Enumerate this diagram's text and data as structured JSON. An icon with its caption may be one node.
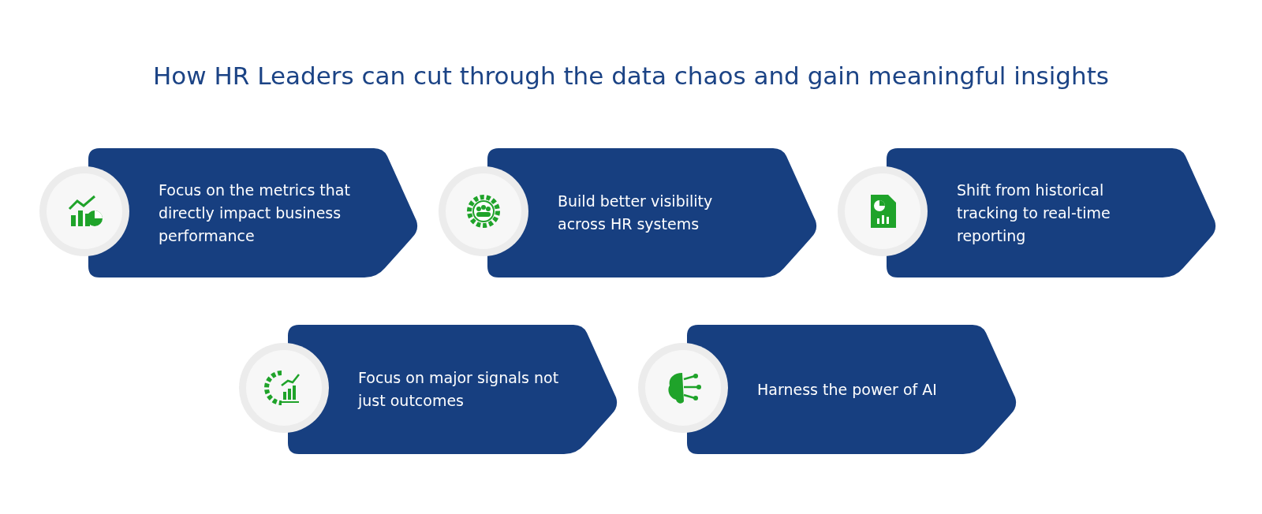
{
  "diagram": {
    "title": "How HR Leaders can cut through the data chaos and gain meaningful insights",
    "nodes": [
      {
        "text": [
          "Focus on the metrics that directly impact business performance"
        ]
      },
      {
        "text": [
          "Build better visibility across HR systems"
        ]
      },
      {
        "text": [
          "Shift from historical tracking to real-time reporting"
        ]
      },
      {
        "text": [
          "Focus on major signals not just outcomes"
        ]
      },
      {
        "text": [
          "Harness the power of AI"
        ]
      }
    ],
    "edges": []
  }
}
